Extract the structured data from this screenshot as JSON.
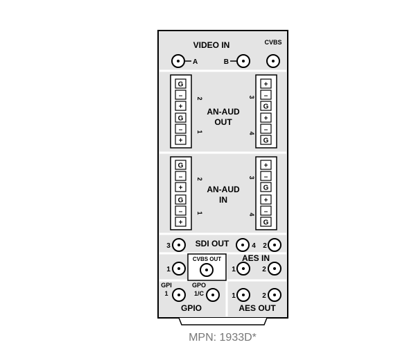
{
  "colors": {
    "panel_fill": "#e4e4e4",
    "panel_stroke": "#000000",
    "separator": "#ffffff",
    "caption": "#777777"
  },
  "video_in": {
    "title": "VIDEO IN",
    "label_a": "A",
    "label_b": "B",
    "label_cvbs": "CVBS"
  },
  "an_aud_out": {
    "title_line1": "AN-AUD",
    "title_line2": "OUT",
    "left_pins": [
      "G",
      "–",
      "+",
      "G",
      "–",
      "+"
    ],
    "right_pins": [
      "+",
      "–",
      "G",
      "+",
      "–",
      "G"
    ],
    "channel_labels": [
      "2",
      "1",
      "3",
      "4"
    ]
  },
  "an_aud_in": {
    "title_line1": "AN-AUD",
    "title_line2": "IN",
    "left_pins": [
      "G",
      "–",
      "+",
      "G",
      "–",
      "+"
    ],
    "right_pins": [
      "+",
      "–",
      "G",
      "+",
      "–",
      "G"
    ],
    "channel_labels": [
      "2",
      "1",
      "3",
      "4"
    ]
  },
  "sdi_out": {
    "title": "SDI OUT",
    "labels": [
      "3",
      "4",
      "2"
    ]
  },
  "cvbs_out": {
    "title": "CVBS OUT",
    "label_1": "1"
  },
  "aes_in": {
    "title": "AES IN",
    "labels": [
      "1",
      "2"
    ]
  },
  "gpio": {
    "title": "GPIO",
    "gpi_line1": "GPI",
    "gpi_line2": "1",
    "gpo_line1": "GPO",
    "gpo_line2": "1/C"
  },
  "aes_out": {
    "title": "AES OUT",
    "labels": [
      "1",
      "2"
    ]
  },
  "caption": "MPN: 1933D*"
}
